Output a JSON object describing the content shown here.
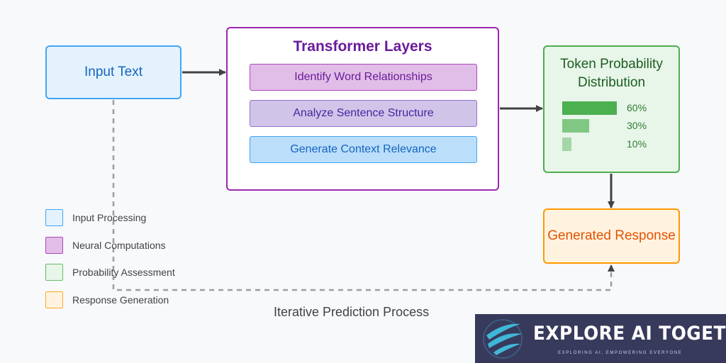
{
  "nodes": {
    "input": {
      "label": "Input Text"
    },
    "transformer": {
      "title": "Transformer Layers",
      "layers": [
        {
          "label": "Identify Word Relationships"
        },
        {
          "label": "Analyze Sentence Structure"
        },
        {
          "label": "Generate Context Relevance"
        }
      ]
    },
    "probability": {
      "title_line1": "Token Probability",
      "title_line2": "Distribution",
      "bars": [
        {
          "label": "60%",
          "value": 60,
          "color": "#4caf50"
        },
        {
          "label": "30%",
          "value": 30,
          "color": "#81c784"
        },
        {
          "label": "10%",
          "value": 10,
          "color": "#a5d6a7"
        }
      ]
    },
    "response": {
      "label": "Generated Response"
    }
  },
  "edges": [
    {
      "from": "input",
      "to": "transformer"
    },
    {
      "from": "transformer",
      "to": "probability"
    },
    {
      "from": "probability",
      "to": "response"
    },
    {
      "from": "input",
      "to": "response",
      "style": "dashed",
      "label": "Iterative Prediction Process"
    }
  ],
  "loop_label": "Iterative Prediction Process",
  "legend": [
    {
      "label": "Input Processing",
      "fill": "#e3f2fd",
      "stroke": "#42a5f5"
    },
    {
      "label": "Neural Computations",
      "fill": "#e1bee7",
      "stroke": "#ab47bc"
    },
    {
      "label": "Probability Assessment",
      "fill": "#e8f5e9",
      "stroke": "#66bb6a"
    },
    {
      "label": "Response Generation",
      "fill": "#fff3e0",
      "stroke": "#ffa726"
    }
  ],
  "banner": {
    "title": "EXPLORE AI TOGETHER",
    "subtitle": "EXPLORING AI, EMPOWERING EVERYONE",
    "logo_icon": "streak-globe-icon",
    "background": "#383a5c",
    "logo_color": "#3fb8d8"
  },
  "colors": {
    "arrow": "#424242",
    "dashed_line": "#9e9e9e"
  }
}
